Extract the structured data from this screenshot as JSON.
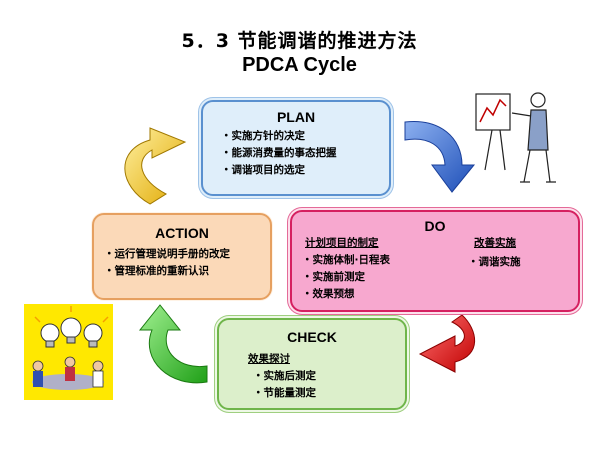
{
  "title": {
    "line1": "5．3  节能调谐的推进方法",
    "line2": "PDCA Cycle"
  },
  "plan": {
    "heading": "PLAN",
    "items": [
      "实施方针的决定",
      "能源消费量的事态把握",
      "调谐项目的选定"
    ]
  },
  "do": {
    "heading": "DO",
    "left_title": "计划项目的制定",
    "left_items": [
      "实施体制·日程表",
      "实施前测定",
      "效果预想"
    ],
    "right_title": "改善实施",
    "right_items": [
      "调谐实施"
    ]
  },
  "check": {
    "heading": "CHECK",
    "title": "效果探讨",
    "items": [
      "实施后测定",
      "节能量测定"
    ]
  },
  "action": {
    "heading": "ACTION",
    "items": [
      "运行管理说明手册的改定",
      "管理标准的重新认识"
    ]
  },
  "colors": {
    "plan_to_do_arrow": "#2e62c8",
    "do_to_check_arrow": "#d41818",
    "check_to_action_arrow": "#28c020",
    "action_to_plan_arrow": "#f0c020"
  },
  "icons": [
    "presenter-clipart",
    "team-idea-lightbulbs-clipart"
  ]
}
